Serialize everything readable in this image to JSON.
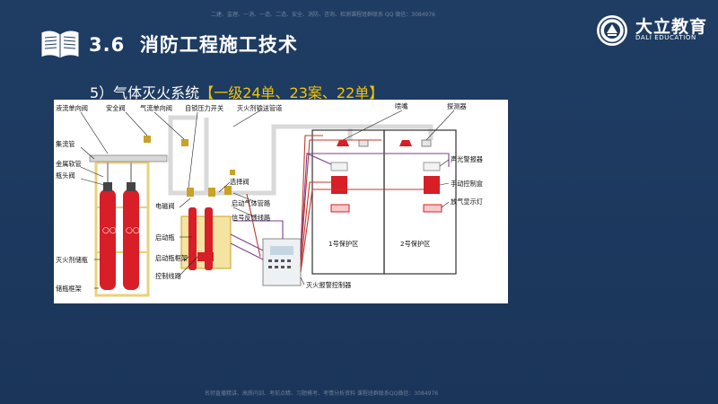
{
  "watermark": {
    "top": "二建、监理、一消、一造、二造、安全、消防、咨询、检测课程班群联系 QQ 微信：3084976",
    "bottom": "名师直播精讲、高质内训、考前点睛、习题模考、考情分析资料 课程班群联系QQ微信：3084976"
  },
  "header": {
    "section_number": "3.6",
    "title": "消防工程施工技术"
  },
  "logo": {
    "name": "大立教育",
    "english": "DALI EDUCATION"
  },
  "subtitle": {
    "text": "5）气体灭火系统",
    "highlight": "【一级24单、23案、22单】"
  },
  "colors": {
    "background": "#1d3a5f",
    "highlight": "#f5c400",
    "cylinder": "#d81e26",
    "rack": "#e8d27a",
    "red_line": "#c0392b",
    "purple_line": "#7b3f8c"
  },
  "figure": {
    "labels": {
      "collector_check_valve": "液流单向阀",
      "safety_valve": "安全阀",
      "gas_check_valve": "气流单向阀",
      "self_lock_switch": "自锁压力开关",
      "agent_pipe": "灭火剂输送管道",
      "nozzle": "喷嘴",
      "detector": "探测器",
      "header_pipe": "集流管",
      "metal_hose": "金属软管",
      "bottle_valve": "瓶头阀",
      "selector_valve": "选择阀",
      "solenoid_valve": "电磁阀",
      "start_gas_line": "启动气体管路",
      "feedback_line": "信号反馈线路",
      "start_bottle": "启动瓶",
      "start_bottle_rack": "启动瓶框架",
      "control_line": "控制线路",
      "agent_cylinder": "灭火剂储瓶",
      "cylinder_rack": "储瓶框架",
      "alarm_controller": "灭火报警控制器",
      "zone1": "1号保护区",
      "zone2": "2号保护区",
      "sound_light_alarm": "声光警报器",
      "manual_control_box": "手动控制盒",
      "discharge_light": "放气显示灯"
    }
  }
}
